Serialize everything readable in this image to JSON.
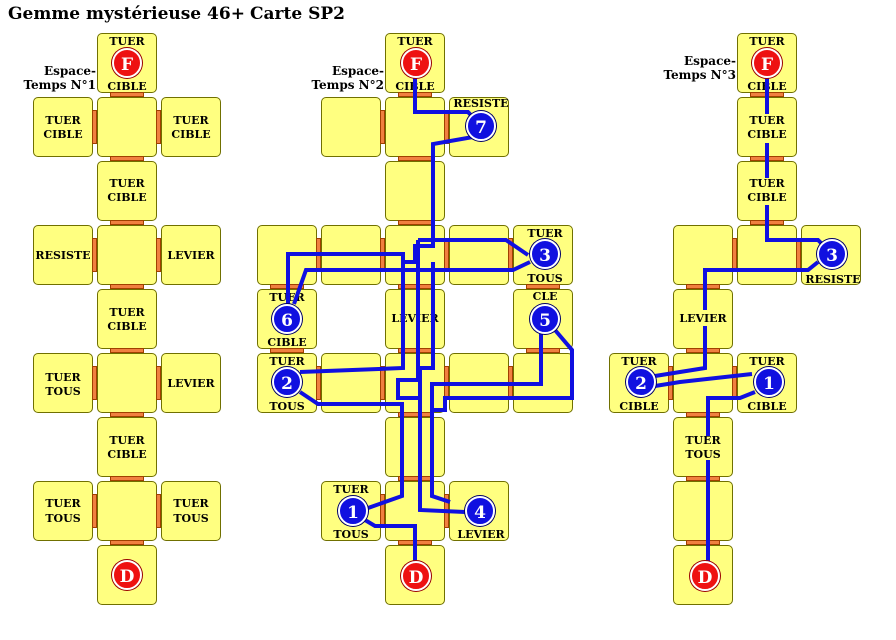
{
  "header": {
    "title_left": "Gemme mystérieuse 46+",
    "title_right": "Carte SP2"
  },
  "maps": {
    "m1": {
      "label_line1": "Espace-",
      "label_line2": "Temps N°1"
    },
    "m2": {
      "label_line1": "Espace-",
      "label_line2": "Temps N°2"
    },
    "m3": {
      "label_line1": "Espace-",
      "label_line2": "Temps N°3"
    }
  },
  "words": {
    "tuer": "TUER",
    "cible": "CIBLE",
    "tous": "TOUS",
    "resiste": "RESISTE",
    "levier": "LEVIER",
    "cle": "CLE"
  },
  "markers": {
    "start": "D",
    "finish": "F",
    "n1": "1",
    "n2": "2",
    "n3": "3",
    "n4": "4",
    "n5": "5",
    "n6": "6",
    "n7": "7"
  },
  "colors": {
    "tile": "#ffff80",
    "door": "#f08040",
    "path": "#1010e0",
    "marker_red": "#ee1111",
    "marker_blue": "#1010e0"
  }
}
